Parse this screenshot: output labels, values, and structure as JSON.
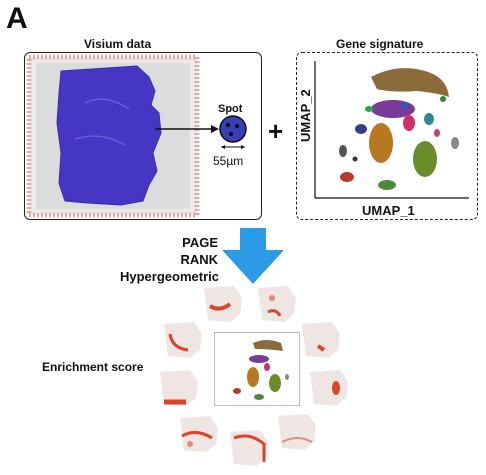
{
  "panel_letter": "A",
  "visium": {
    "title": "Visium data",
    "spot_label": "Spot",
    "spot_size": "55µm"
  },
  "plus_sign": "+",
  "gene_signature": {
    "title": "Gene signature",
    "xlabel": "UMAP_1",
    "ylabel": "UMAP_2"
  },
  "methods": [
    "PAGE",
    "RANK",
    "Hypergeometric"
  ],
  "enrichment_label": "Enrichment score",
  "colors": {
    "tissue": "#4636c4",
    "spot_fill": "#3a3fb8",
    "arrow_blue": "#2c9be8",
    "enrichment_red": "#d9442b",
    "grid_border": "#e8a9a9"
  }
}
